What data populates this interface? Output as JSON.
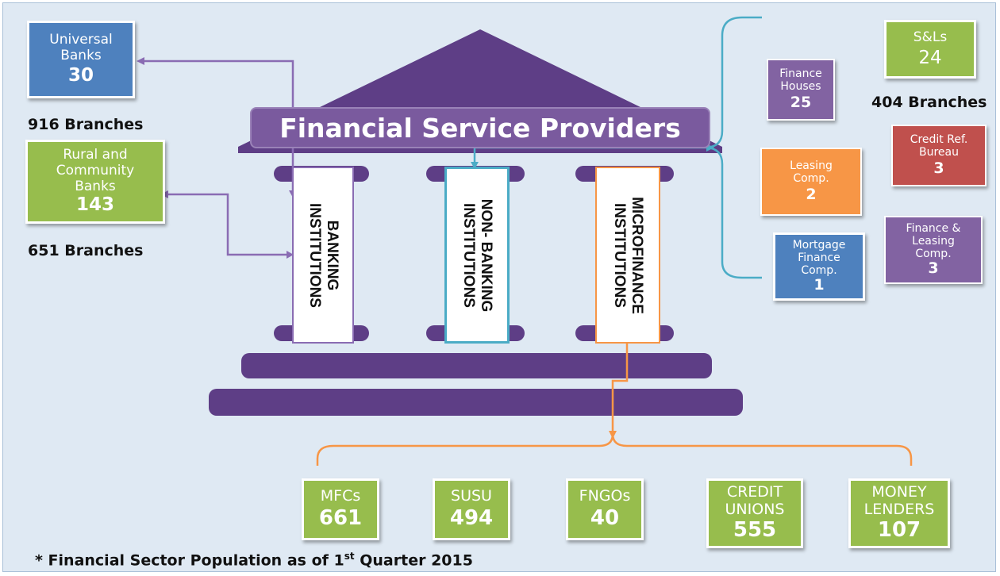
{
  "title": "Financial Service Providers",
  "pillars": {
    "banking": [
      "BANKING",
      "INSTITUTIONS"
    ],
    "non_banking": [
      "NON- BANKING",
      "INSTITUTIONS"
    ],
    "microfinance": [
      "MICROFINANCE",
      "INSTITUTIONS"
    ]
  },
  "banking": {
    "universal": {
      "label_1": "Universal",
      "label_2": "Banks",
      "value": "30"
    },
    "universal_branches": "916 Branches",
    "rural": {
      "label_1": "Rural and",
      "label_2": "Community",
      "label_3": "Banks",
      "value": "143"
    },
    "rural_branches": "651 Branches"
  },
  "non_banking": {
    "finance_houses": {
      "label_1": "Finance",
      "label_2": "Houses",
      "value": "25"
    },
    "sls": {
      "label": "S&Ls",
      "value": "24"
    },
    "sls_branches": "404 Branches",
    "credit_ref": {
      "label_1": "Credit Ref.",
      "label_2": "Bureau",
      "value": "3"
    },
    "leasing": {
      "label_1": "Leasing",
      "label_2": "Comp.",
      "value": "2"
    },
    "finance_leasing": {
      "label_1": "Finance &",
      "label_2": "Leasing",
      "label_3": "Comp.",
      "value": "3"
    },
    "mortgage": {
      "label_1": "Mortgage",
      "label_2": "Finance",
      "label_3": "Comp.",
      "value": "1"
    }
  },
  "microfinance": {
    "mfcs": {
      "label": "MFCs",
      "value": "661"
    },
    "susu": {
      "label": "SUSU",
      "value": "494"
    },
    "fngos": {
      "label": "FNGOs",
      "value": "40"
    },
    "credit_unions": {
      "label_1": "CREDIT",
      "label_2": "UNIONS",
      "value": "555"
    },
    "money_lenders": {
      "label_1": "MONEY",
      "label_2": "LENDERS",
      "value": "107"
    }
  },
  "footnote": {
    "prefix": "* Financial Sector Population as of 1",
    "sup": "st",
    "suffix": " Quarter 2015"
  },
  "colors": {
    "background": "#dfe9f3",
    "building": "#5e3e86",
    "green": "#97bd4d",
    "blue": "#4e81be",
    "purple": "#8263a2",
    "orange": "#f79646",
    "red": "#c0504d",
    "teal": "#4bacc6",
    "banking_arrow": "#8a6cb3",
    "micro_arrow": "#f79646"
  }
}
